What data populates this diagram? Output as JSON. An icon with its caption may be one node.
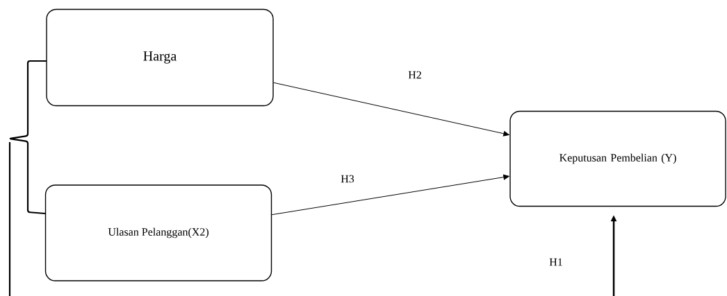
{
  "diagram": {
    "nodes": [
      {
        "text": [
          "Harga"
        ]
      },
      {
        "text": [
          "Ulasan Pelanggan(X2)"
        ]
      },
      {
        "text": [
          "Keputusan Pembelian (Y)"
        ]
      }
    ],
    "edges": [
      {
        "from": 0,
        "to": 2,
        "arrow": "to",
        "label": "H2"
      },
      {
        "from": 1,
        "to": 2,
        "arrow": "to",
        "label": "H3"
      },
      {
        "from": null,
        "to": 2,
        "arrow": "to",
        "label": "H1",
        "style": "thick"
      }
    ]
  }
}
